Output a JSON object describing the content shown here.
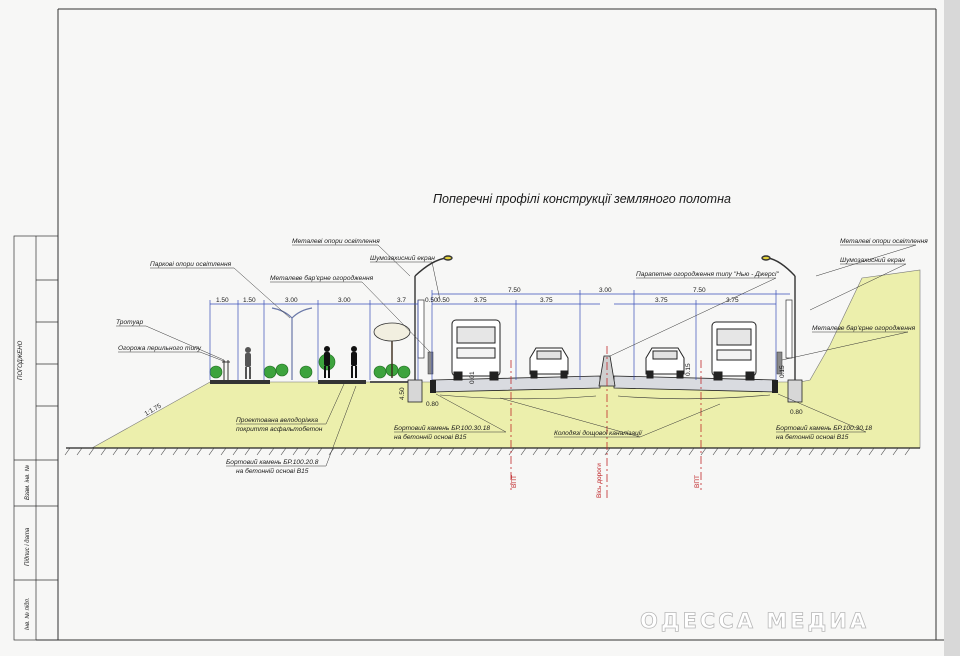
{
  "drawing": {
    "title": "Поперечні профілі конструкції земляного полотна",
    "side_stamp": {
      "approved": "ПОГОДЖЕНО",
      "cells": [
        "Інв. № підл.",
        "Підпис і дата",
        "Взам. інв. №"
      ]
    },
    "dimensions": {
      "left_widths": [
        "1.50",
        "1.50",
        "3.00",
        "3.00",
        "3.7"
      ],
      "carriage_totals": [
        "7.50",
        "7.50"
      ],
      "lanes": [
        "3.75",
        "3.75",
        "3.75",
        "3.75"
      ],
      "median": "3.00",
      "small": [
        "0.50",
        "0.50",
        "4.50",
        "0.80",
        "0.80",
        "0.15",
        "0.15",
        "0.01"
      ],
      "slope": "1:1.75"
    },
    "labels": {
      "metal_lighting_left": "Металеві опори освітлення",
      "metal_lighting_right": "Металеві опори освітлення",
      "noise_screen_left": "Шумозахисний екран",
      "noise_screen_right": "Шумозахисний екран",
      "park_lighting": "Паркові опори освітлення",
      "metal_barrier_left": "Металеве бар'єрне огородження",
      "metal_barrier_right": "Металеве бар'єрне огородження",
      "parapet": "Парапетне огородження типу \"Нью - Джерсі\"",
      "sidewalk": "Тротуар",
      "railing": "Огорожа перильного типу",
      "bike_path_1": "Проектована велодоріжка",
      "bike_path_2": "покриття асфальтобетон",
      "curb_small_1": "Бортовий камень БР.100.20.8",
      "curb_small_2": "на бетонній основі В15",
      "curb_left_1": "Бортовий камень БР.100.30.18",
      "curb_left_2": "на бетонній основі В15",
      "curb_right_1": "Бортовий камень БР.100.30.18",
      "curb_right_2": "на бетонній основі В15",
      "drain_wells": "Колодязі дощової каналізації",
      "axis_left": "ВПТ",
      "axis_center": "Вісь дороги",
      "axis_right": "ВПТ"
    },
    "watermark": "ОДЕССА МЕДИА"
  }
}
